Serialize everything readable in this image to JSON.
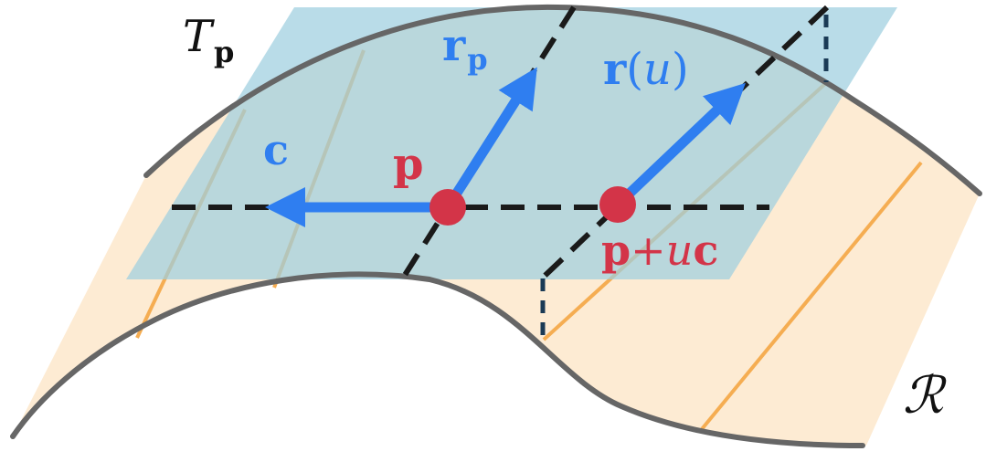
{
  "labels": {
    "tangent_plane_T": "T",
    "tangent_plane_sub": "p",
    "region": "ℛ",
    "vector_c": "c",
    "vector_rp_main": "r",
    "vector_rp_sub": "p",
    "vector_ru_r": "r",
    "vector_ru_paren_open": "(",
    "vector_ru_u": "u",
    "vector_ru_paren_close": ")",
    "point_p": "p",
    "point_puc_p": "p",
    "point_puc_plus": "+",
    "point_puc_u": "u",
    "point_puc_c": "c"
  },
  "colors": {
    "plane_fill": "#9ecfdf",
    "surface_fill": "#fdebd3",
    "ruling_line": "#f5ad52",
    "surface_edge": "#666666",
    "vector": "#2f7ef0",
    "point": "#d33448",
    "dashed_line": "#1a1a1a"
  }
}
